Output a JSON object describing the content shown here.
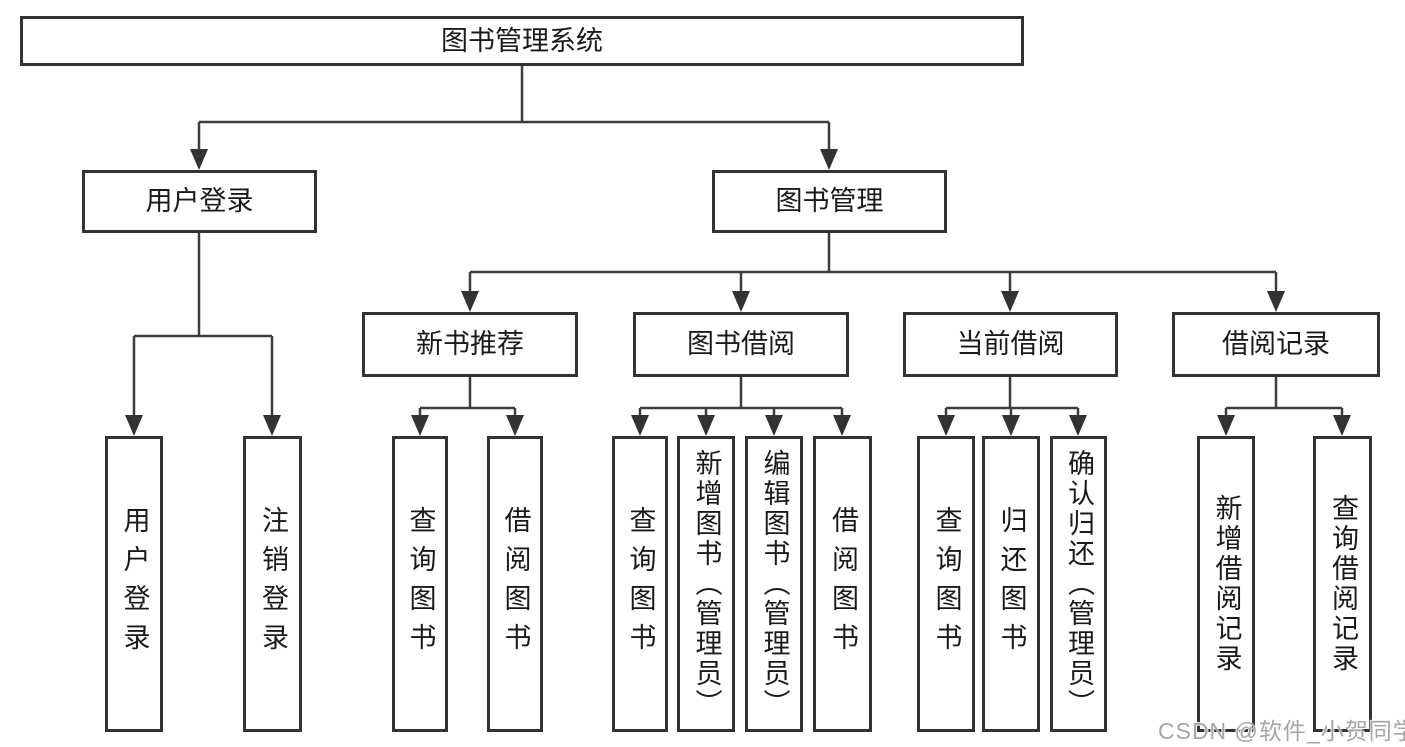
{
  "tree": {
    "root": {
      "label": "图书管理系统",
      "children": [
        {
          "label": "用户登录",
          "children": [
            {
              "label": "用户登录"
            },
            {
              "label": "注销登录"
            }
          ]
        },
        {
          "label": "图书管理",
          "children": [
            {
              "label": "新书推荐",
              "children": [
                {
                  "label": "查询图书"
                },
                {
                  "label": "借阅图书"
                }
              ]
            },
            {
              "label": "图书借阅",
              "children": [
                {
                  "label": "查询图书"
                },
                {
                  "label": "新增图书（管理员）"
                },
                {
                  "label": "编辑图书（管理员）"
                },
                {
                  "label": "借阅图书"
                }
              ]
            },
            {
              "label": "当前借阅",
              "children": [
                {
                  "label": "查询图书"
                },
                {
                  "label": "归还图书"
                },
                {
                  "label": "确认归还（管理员）"
                }
              ]
            },
            {
              "label": "借阅记录",
              "children": [
                {
                  "label": "新增借阅记录"
                },
                {
                  "label": "查询借阅记录"
                }
              ]
            }
          ]
        }
      ]
    }
  },
  "watermark": {
    "text": "CSDN @软件_小贺同学"
  },
  "colors": {
    "background": "#ffffff",
    "box_border": "#333333",
    "connector_line": "#3d3d3d",
    "text": "#1a1a1a",
    "watermark_text": "#a6a6a6"
  }
}
